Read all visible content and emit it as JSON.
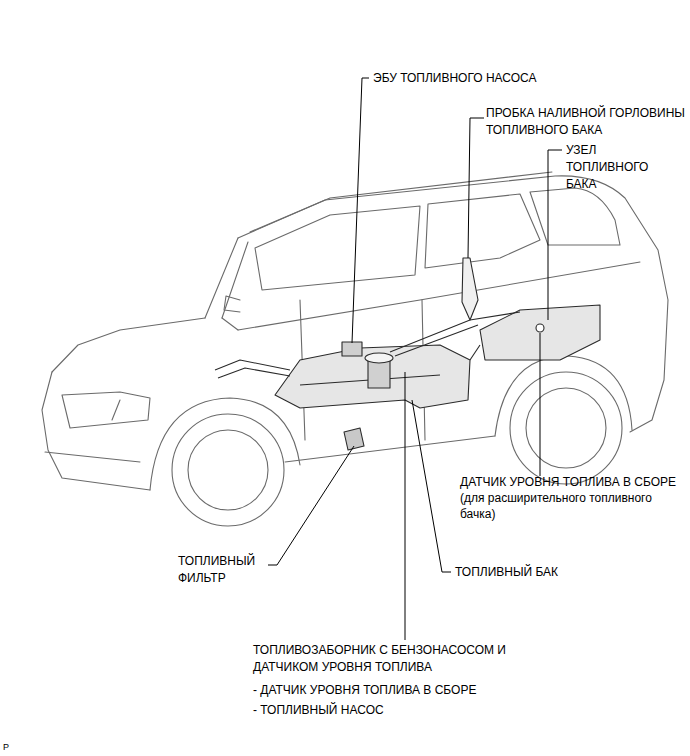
{
  "diagram": {
    "labels": [
      "ЭБУ ТОПЛИВНОГО НАСОСА",
      "ПРОБКА НАЛИВНОЙ ГОРЛОВИНЫ ТОПЛИВНОГО БАКА",
      "УЗЕЛ ТОПЛИВНОГО БАКА",
      "ДАТЧИК УРОВНЯ ТОПЛИВА В СБОРЕ (для расширительного топливного бачка)",
      "ТОПЛИВНЫЙ ФИЛЬТР",
      "ТОПЛИВНЫЙ БАК",
      "ТОПЛИВОЗАБОРНИК С БЕНЗОНАСОСОМ И ДАТЧИКОМ УРОВНЯ ТОПЛИВА",
      "- ДАТЧИК УРОВНЯ ТОПЛИВА В СБОРЕ",
      "- ТОПЛИВНЫЙ НАСОС",
      "P"
    ]
  }
}
